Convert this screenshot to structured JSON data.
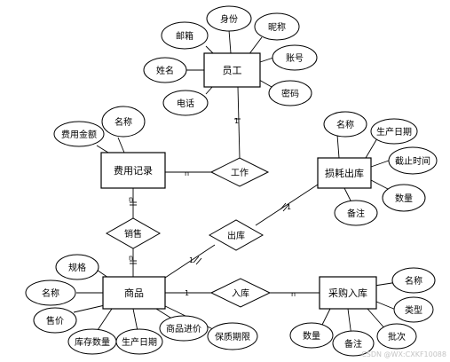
{
  "entities": {
    "employee": "员工",
    "expense": "费用记录",
    "loss": "损耗出库",
    "product": "商品",
    "purchase": "采购入库"
  },
  "relationships": {
    "work": "工作",
    "sales": "销售",
    "outbound": "出库",
    "inbound": "入库"
  },
  "attributes": {
    "employee": [
      "邮箱",
      "身份",
      "昵称",
      "账号",
      "姓名",
      "电话",
      "密码"
    ],
    "expense": [
      "名称",
      "费用金额"
    ],
    "loss": [
      "名称",
      "生产日期",
      "截止时间",
      "数量",
      "备注"
    ],
    "product": [
      "规格",
      "名称",
      "售价",
      "库存数量",
      "生产日期",
      "商品进价",
      "保质期限"
    ],
    "purchase": [
      "名称",
      "类型",
      "批次",
      "备注",
      "数量"
    ]
  },
  "cardinalities": {
    "work_employee": "1",
    "work_expense": "n",
    "sales_expense": "n",
    "sales_product": "n",
    "outbound_loss": "1",
    "outbound_product": "1",
    "inbound_product": "1",
    "inbound_purchase": "n"
  },
  "watermark": "CSDN @WX:CXKF10088"
}
